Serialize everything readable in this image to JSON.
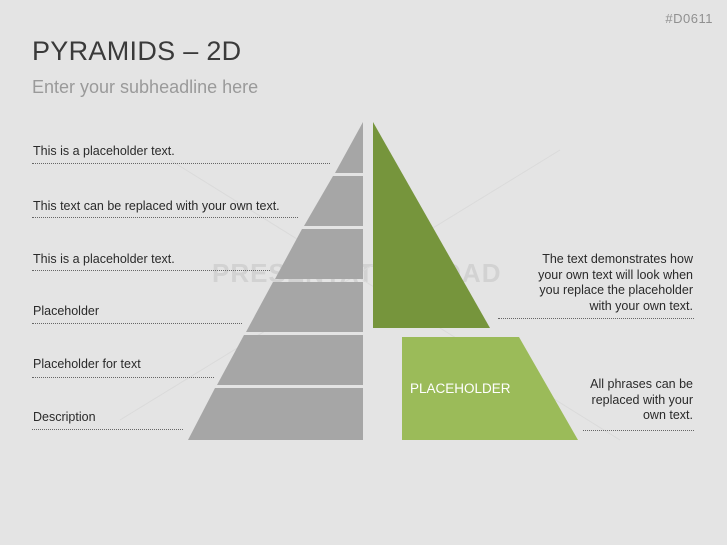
{
  "slide": {
    "code": "#D0611",
    "title": "PYRAMIDS – 2D",
    "subtitle": "Enter your subheadline here",
    "watermark": "PRESENTATIONLOAD"
  },
  "left_labels": [
    "This is a placeholder text.",
    "This text can be replaced with your own text.",
    "This is a placeholder text.",
    "Placeholder",
    "Placeholder for text",
    "Description"
  ],
  "right_texts": [
    "The text demonstrates how\nyour own text will look when\nyou replace the placeholder\nwith your own text.",
    "All phrases can be\nreplaced with your\nown text."
  ],
  "trapezoid_label": "PLACEHOLDER",
  "colors": {
    "background": "#e4e4e4",
    "gray_pyramid": "#a6a6a6",
    "dark_green": "#76953c",
    "light_green": "#9bbb59"
  }
}
